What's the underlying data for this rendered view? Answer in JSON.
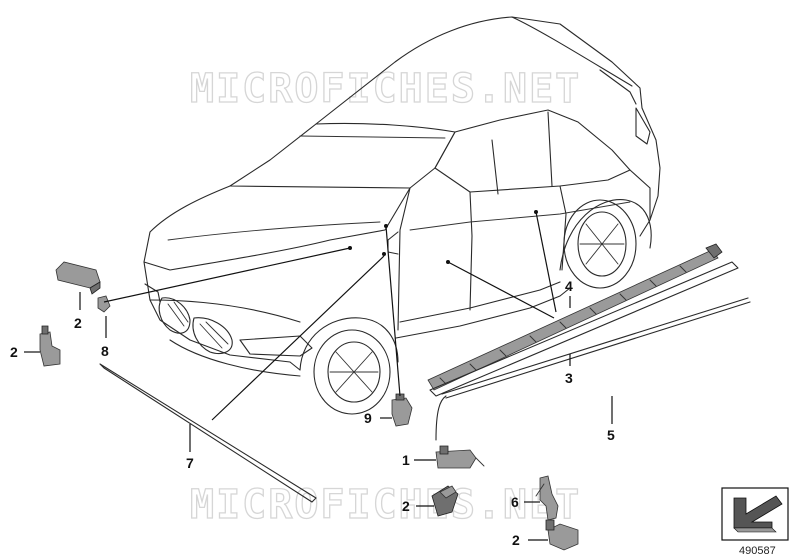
{
  "watermarks": {
    "top": "MICROFICHES.NET",
    "bottom": "MICROFICHES.NET"
  },
  "callouts": {
    "c1": "1",
    "c2a": "2",
    "c2b": "2",
    "c2c": "2",
    "c2d": "2",
    "c3": "3",
    "c4": "4",
    "c5": "5",
    "c6": "6",
    "c7": "7",
    "c8": "8",
    "c9": "9"
  },
  "diagram_id": "490587",
  "icons": {
    "nav": "arrow-down-left-icon"
  }
}
